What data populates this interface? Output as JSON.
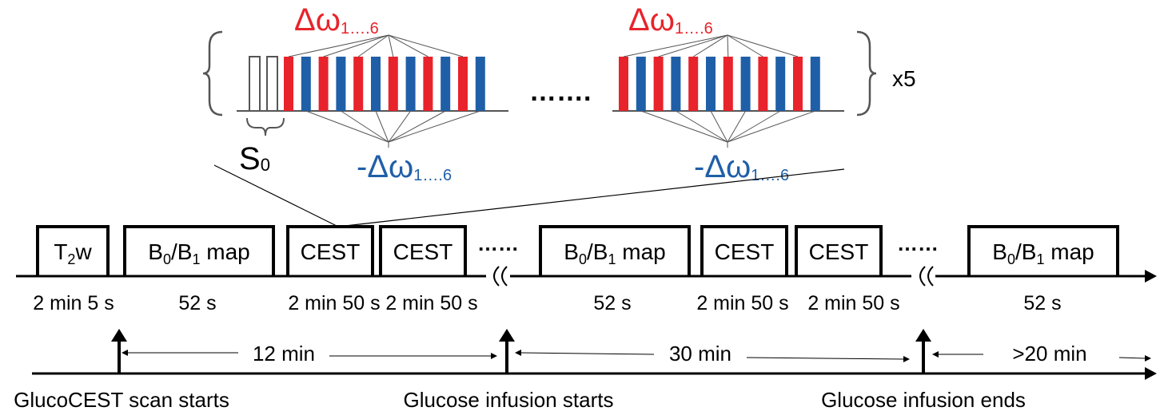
{
  "colors": {
    "red": "#e8232b",
    "blue": "#1f5fa8",
    "ink": "#000000",
    "line": "#555555"
  },
  "pulse_train": {
    "delta_pos": {
      "symbol": "Δω",
      "sub": "1….6"
    },
    "delta_neg": {
      "symbol": "-Δω",
      "sub": "1….6"
    },
    "s0": {
      "symbol": "S",
      "sub": "0"
    },
    "ellipsis": "…….",
    "repeat": "x5",
    "pulse_pattern": [
      "r",
      "b",
      "r",
      "b",
      "r",
      "b",
      "r",
      "b",
      "r",
      "b",
      "r",
      "b"
    ]
  },
  "sequence": {
    "blocks": [
      {
        "key": "t2w",
        "label": "T",
        "sub": "2",
        "rest": "w"
      },
      {
        "key": "b0b1",
        "label": "B",
        "sub": "0",
        "mid": "/B",
        "sub2": "1",
        "rest": " map"
      },
      {
        "key": "cest",
        "label": "CEST"
      },
      {
        "key": "cest",
        "label": "CEST"
      },
      {
        "key": "b0b1",
        "label": "B",
        "sub": "0",
        "mid": "/B",
        "sub2": "1",
        "rest": " map"
      },
      {
        "key": "cest",
        "label": "CEST"
      },
      {
        "key": "cest",
        "label": "CEST"
      },
      {
        "key": "b0b1",
        "label": "B",
        "sub": "0",
        "mid": "/B",
        "sub2": "1",
        "rest": " map"
      }
    ],
    "durations": [
      "2 min 5 s",
      "52 s",
      "2 min 50 s",
      "2 min 50 s",
      "52 s",
      "2 min 50 s",
      "2 min 50 s",
      "52 s"
    ],
    "gap_dots": "……"
  },
  "timeline": {
    "intervals": [
      "12 min",
      "30 min",
      ">20 min"
    ],
    "events": [
      "GlucoCEST scan starts",
      "Glucose infusion starts",
      "Glucose infusion ends"
    ]
  }
}
